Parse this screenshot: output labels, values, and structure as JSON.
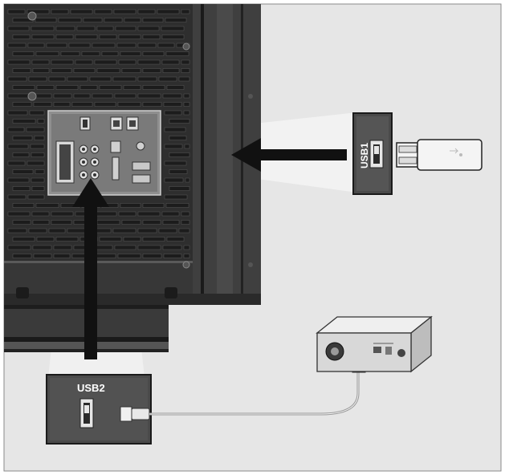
{
  "labels": {
    "usb1": "USB1",
    "usb2": "USB2"
  },
  "colors": {
    "background": "#e6e6e6",
    "tv_body": "#3a3a3a",
    "tv_dark": "#1c1c1c",
    "port_panel": "#9a9a9a",
    "callout_box": "#4a4a4a",
    "arrow": "#111111",
    "usb_stick": "#f4f4f4",
    "hard_drive": "#d0d0d0"
  },
  "icons": [
    "tv-back-panel",
    "usb-flash-drive-icon",
    "external-hard-drive-icon",
    "usb-cable-icon",
    "arrow-left-icon",
    "arrow-up-icon"
  ]
}
